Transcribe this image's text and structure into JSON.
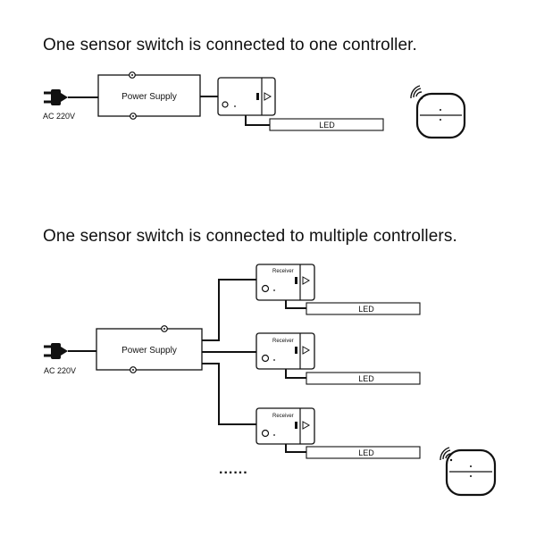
{
  "section1": {
    "heading": "One sensor switch is connected to one controller.",
    "plug_label": "AC  220V",
    "power_supply_label": "Power Supply",
    "led_label": "LED"
  },
  "section2": {
    "heading": "One sensor switch is connected to multiple controllers.",
    "plug_label": "AC  220V",
    "power_supply_label": "Power Supply",
    "receivers": [
      {
        "label": "Receiver",
        "led_label": "LED"
      },
      {
        "label": "Receiver",
        "led_label": "LED"
      },
      {
        "label": "Receiver",
        "led_label": "LED"
      }
    ],
    "continuation": "......"
  },
  "icons": {
    "plug": "power-plug-icon",
    "sensor": "sensor-switch-icon",
    "wireless": "wireless-signal-icon"
  }
}
